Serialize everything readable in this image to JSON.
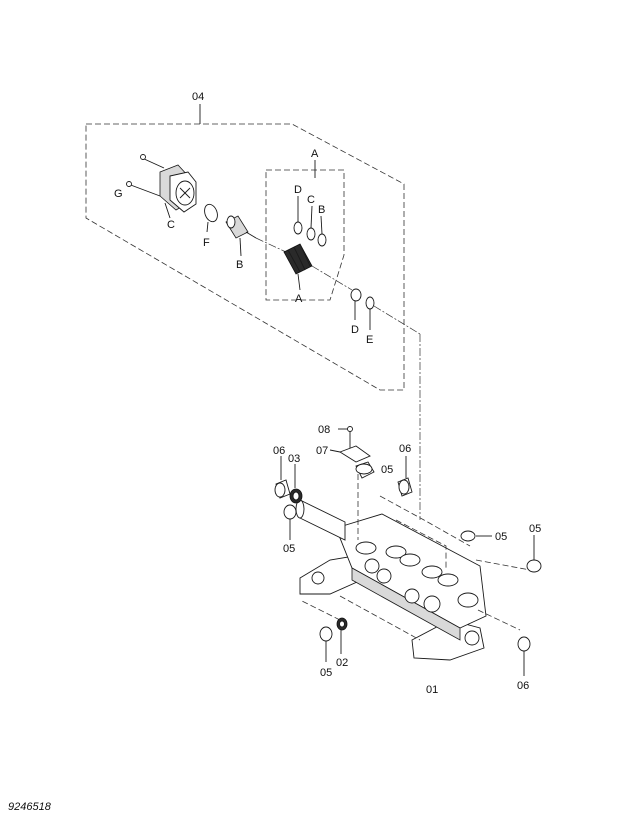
{
  "diagram": {
    "drawing_number": "9246518",
    "labels": {
      "assy_04": "04",
      "A_top": "A",
      "D_top": "D",
      "C_mid": "C",
      "B_mid": "B",
      "G": "G",
      "C_left": "C",
      "F": "F",
      "B_low": "B",
      "A_low": "A",
      "D_low": "D",
      "E": "E",
      "p08": "08",
      "p07": "07",
      "p06_left": "06",
      "p03": "03",
      "p05_upper": "05",
      "p06_right": "06",
      "p05_left": "05",
      "p05_mid": "05",
      "p05_far": "05",
      "p05_bottom": "05",
      "p02": "02",
      "p06_bottom": "06",
      "p01": "01"
    }
  }
}
